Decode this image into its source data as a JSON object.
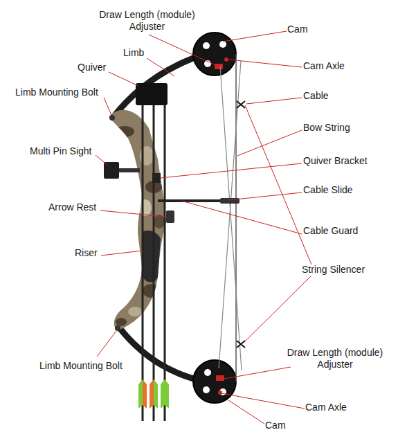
{
  "diagram": {
    "labels": [
      "Draw Length (module) Adjuster",
      "Cam",
      "Limb",
      "Quiver",
      "Cam Axle",
      "Limb Mounting Bolt",
      "Cable",
      "Bow String",
      "Multi Pin Sight",
      "Quiver Bracket",
      "Cable Slide",
      "Arrow Rest",
      "Cable Guard",
      "Riser",
      "String Silencer",
      "Draw Length (module) Adjuster",
      "Limb Mounting Bolt",
      "Cam Axle",
      "Cam"
    ]
  }
}
